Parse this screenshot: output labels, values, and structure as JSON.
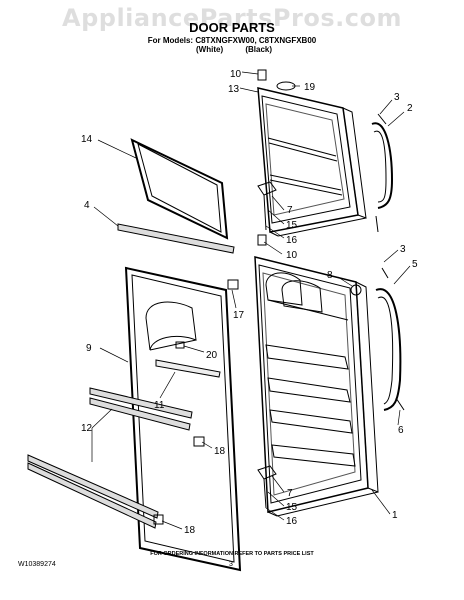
{
  "watermark": "AppliancePartsPros.com",
  "header": {
    "title": "DOOR PARTS",
    "models": "For Models: C8TXNGFXW00, C8TXNGFXB00",
    "colors": "(White)          (Black)"
  },
  "callouts": [
    "10",
    "19",
    "13",
    "3",
    "2",
    "14",
    "4",
    "7",
    "15",
    "16",
    "10",
    "3",
    "8",
    "5",
    "17",
    "9",
    "20",
    "11",
    "6",
    "12",
    "18",
    "7",
    "15",
    "16",
    "1",
    "18"
  ],
  "footer": {
    "note": "FOR ORDERING INFORMATION REFER TO PARTS PRICE LIST",
    "part_number": "W10389274",
    "page": "3"
  }
}
